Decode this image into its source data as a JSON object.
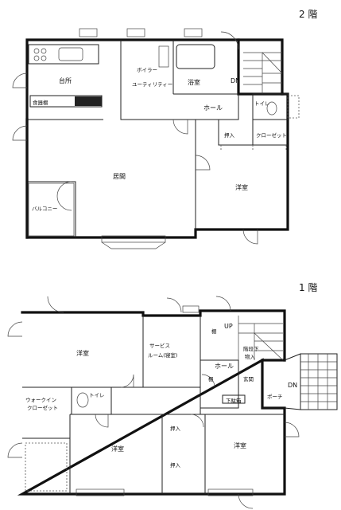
{
  "floor2": {
    "heading": "2 階",
    "rooms": {
      "kitchen": "台所",
      "boiler": "ボイラー",
      "utility": "ユーティリティー",
      "bath": "浴室",
      "dn": "DN",
      "hall": "ホール",
      "toilet": "トイレ",
      "oshiire": "押入",
      "closet": "クローゼット",
      "living": "居間",
      "yoshitsu": "洋室",
      "balcony": "バルコニー",
      "cupboard": "食器棚"
    }
  },
  "floor1": {
    "heading": "1 階",
    "rooms": {
      "yoshitsu_left": "洋室",
      "service_room": "サービス",
      "service_room_note": "ルーム(寝室)",
      "up": "UP",
      "storage": "階段下",
      "storage2": "物入",
      "hall": "ホール",
      "entrance": "玄関",
      "shoebox": "下駄箱",
      "porch": "ポーチ",
      "dn": "DN",
      "walkin": "ウォークイン",
      "walkin2": "クローゼット",
      "toilet": "トイレ",
      "shelf": "棚",
      "shelf2": "棚",
      "garage": "洋室",
      "oshiire_top": "押入",
      "oshiire_bottom": "押入",
      "yoshitsu_right": "洋室"
    }
  }
}
